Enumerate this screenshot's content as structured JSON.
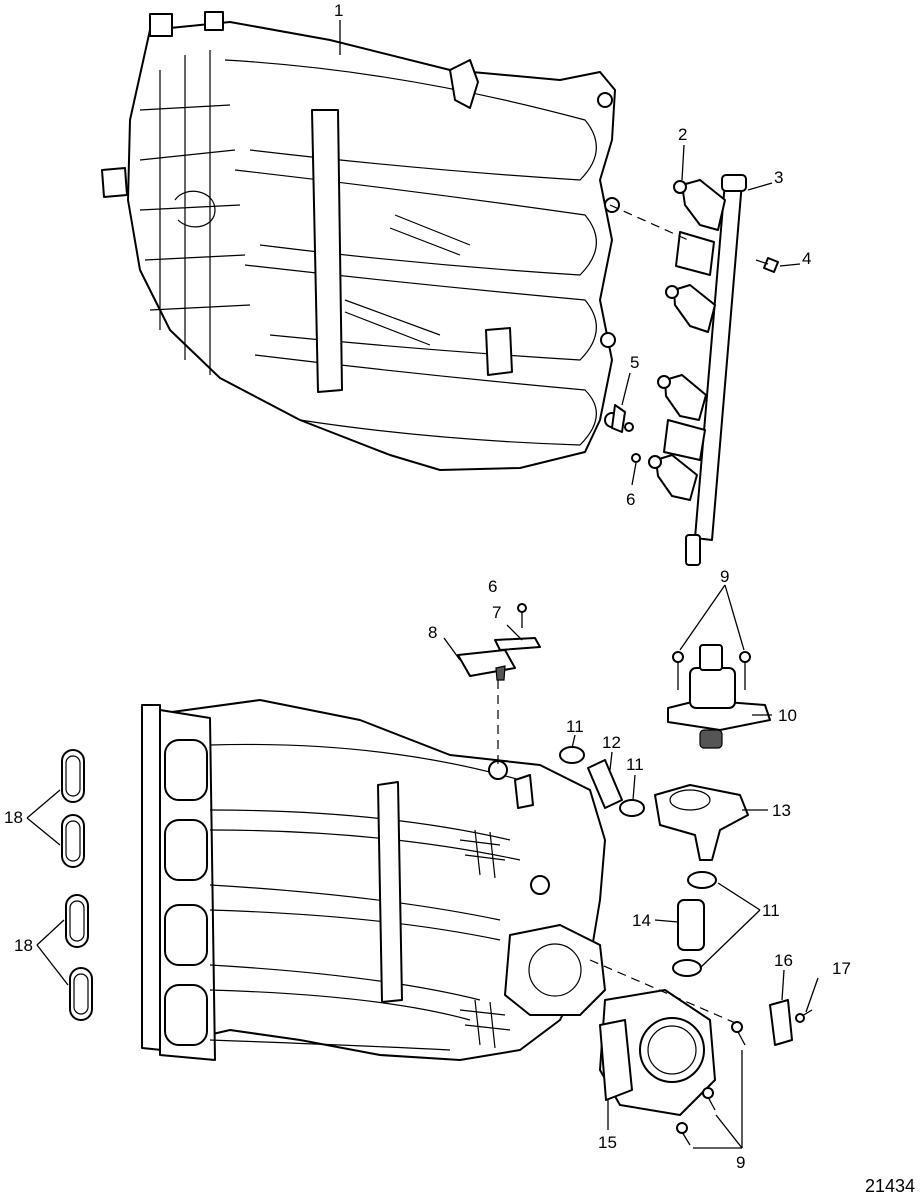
{
  "figure_number": "21434",
  "callouts": {
    "c1": "1",
    "c2": "2",
    "c3": "3",
    "c4": "4",
    "c5": "5",
    "c6a": "6",
    "c6b": "6",
    "c7": "7",
    "c8": "8",
    "c9a": "9",
    "c10": "10",
    "c11a": "11",
    "c11b": "11",
    "c12": "12",
    "c13": "13",
    "c11c": "11",
    "c14": "14",
    "c16": "16",
    "c17": "17",
    "c18a": "18",
    "c18b": "18",
    "c15": "15",
    "c9b": "9"
  }
}
